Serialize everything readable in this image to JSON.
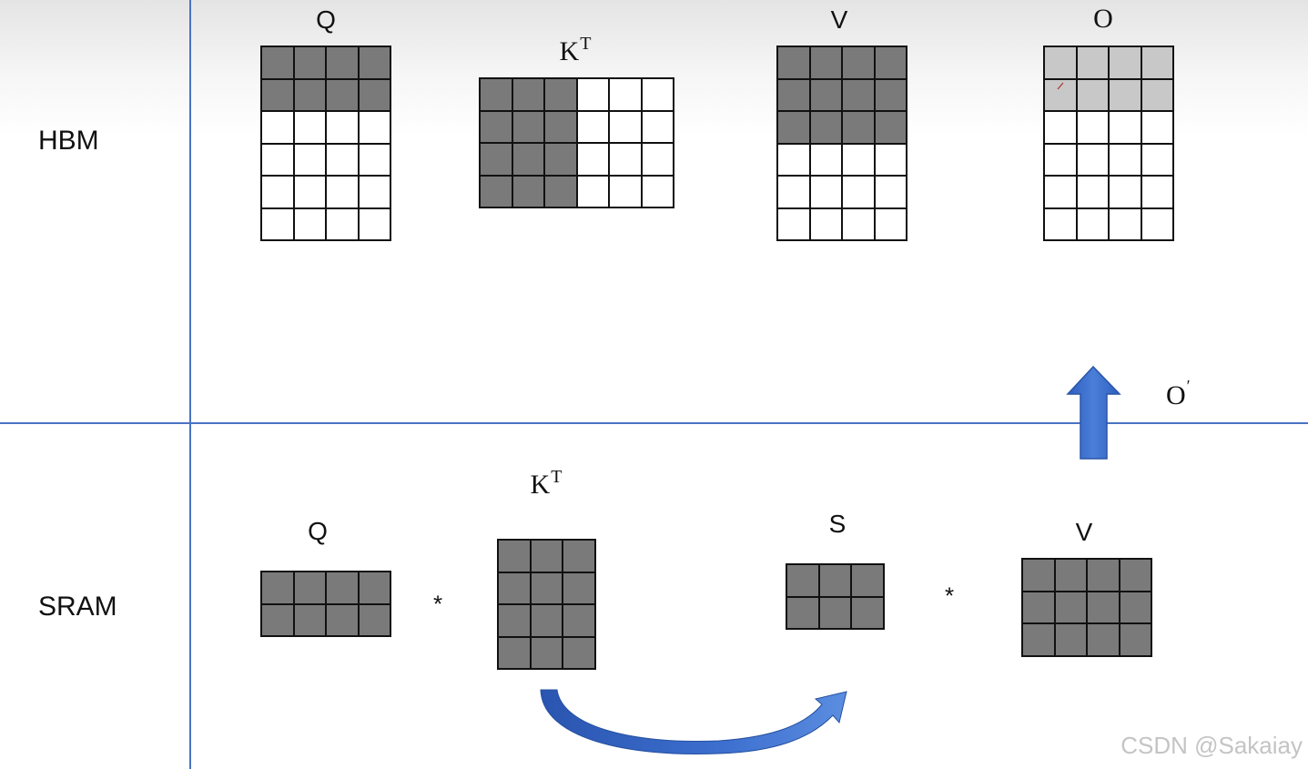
{
  "rows": {
    "hbm": "HBM",
    "sram": "SRAM"
  },
  "hbm": {
    "q": {
      "label": "Q",
      "rows": 6,
      "cols": 4,
      "filled_rows": 2,
      "style": "dark"
    },
    "kt": {
      "label": "K",
      "sup": "T",
      "rows": 4,
      "cols": 6,
      "filled_cols": 3,
      "style": "dark"
    },
    "v": {
      "label": "V",
      "rows": 6,
      "cols": 4,
      "filled_rows": 3,
      "style": "dark"
    },
    "o": {
      "label": "O",
      "rows": 6,
      "cols": 4,
      "filled_rows": 2,
      "style": "light"
    }
  },
  "sram": {
    "q": {
      "label": "Q",
      "rows": 2,
      "cols": 4
    },
    "kt": {
      "label": "K",
      "sup": "T",
      "rows": 4,
      "cols": 3
    },
    "s": {
      "label": "S",
      "rows": 2,
      "cols": 3
    },
    "v": {
      "label": "V",
      "rows": 3,
      "cols": 4
    }
  },
  "operators": {
    "mul1": "*",
    "mul2": "*"
  },
  "writeback": {
    "label": "O",
    "prime": "′"
  },
  "colors": {
    "divider": "#4a72c4",
    "arrow": "#3b6ccb",
    "dark_cell": "#7a7a7a",
    "light_cell": "#c8c8c8"
  },
  "watermark": "CSDN @Sakaiay"
}
